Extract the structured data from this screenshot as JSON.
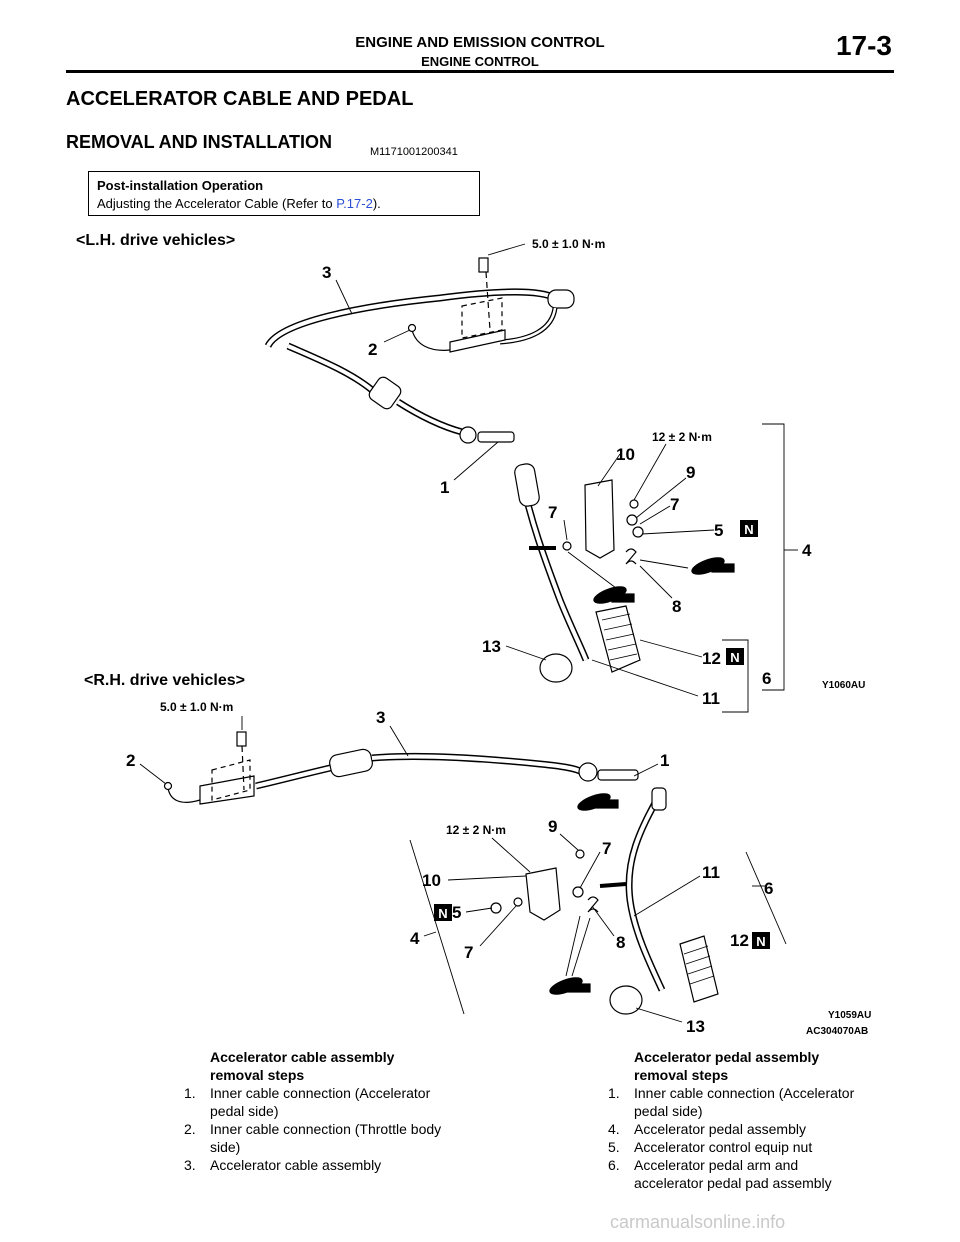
{
  "header": {
    "title": "ENGINE AND EMISSION CONTROL",
    "subtitle": "ENGINE CONTROL",
    "page_number": "17-3"
  },
  "section_title": "ACCELERATOR CABLE AND PEDAL",
  "subsection_title": "REMOVAL AND INSTALLATION",
  "doc_code": "M1171001200341",
  "note": {
    "title": "Post-installation Operation",
    "text_before": "Adjusting the Accelerator Cable (Refer to ",
    "link": "P.17-2",
    "text_after": ")."
  },
  "diagram_lh": {
    "label": "<L.H. drive vehicles>",
    "figure_code": "Y1060AU",
    "torques": {
      "bracket": "5.0 ± 1.0 N·m",
      "bolt": "12 ± 2 N·m"
    },
    "callouts": {
      "c1": "1",
      "c2": "2",
      "c3": "3",
      "c4": "4",
      "c5": "5",
      "c6": "6",
      "c7a": "7",
      "c7b": "7",
      "c8": "8",
      "c9": "9",
      "c10": "10",
      "c11": "11",
      "c12": "12",
      "c13": "13"
    },
    "badge": "N"
  },
  "diagram_rh": {
    "label": "<R.H. drive vehicles>",
    "figure_code": "Y1059AU",
    "torques": {
      "bracket": "5.0 ± 1.0 N·m",
      "bolt": "12 ± 2 N·m"
    },
    "callouts": {
      "c1": "1",
      "c2": "2",
      "c3": "3",
      "c4": "4",
      "c5": "5",
      "c6": "6",
      "c7a": "7",
      "c7b": "7",
      "c8": "8",
      "c9": "9",
      "c10": "10",
      "c11": "11",
      "c12": "12",
      "c13": "13"
    },
    "badge": "N"
  },
  "sheet_code": "AC304070AB",
  "cable_steps": {
    "title_line1": "Accelerator cable assembly",
    "title_line2": "removal steps",
    "items": [
      {
        "num": "1.",
        "line1": "Inner cable connection (Accelerator",
        "line2": "pedal side)"
      },
      {
        "num": "2.",
        "line1": "Inner cable connection (Throttle body",
        "line2": "side)"
      },
      {
        "num": "3.",
        "line1": "Accelerator cable assembly",
        "line2": ""
      }
    ]
  },
  "pedal_steps": {
    "title_line1": "Accelerator pedal assembly",
    "title_line2": "removal steps",
    "items": [
      {
        "num": "1.",
        "line1": "Inner cable connection (Accelerator",
        "line2": "pedal side)"
      },
      {
        "num": "4.",
        "line1": "Accelerator pedal assembly",
        "line2": ""
      },
      {
        "num": "5.",
        "line1": "Accelerator control equip nut",
        "line2": ""
      },
      {
        "num": "6.",
        "line1": "Accelerator pedal arm and",
        "line2": "accelerator pedal pad assembly"
      }
    ]
  },
  "watermark": "carmanualsonline.info"
}
